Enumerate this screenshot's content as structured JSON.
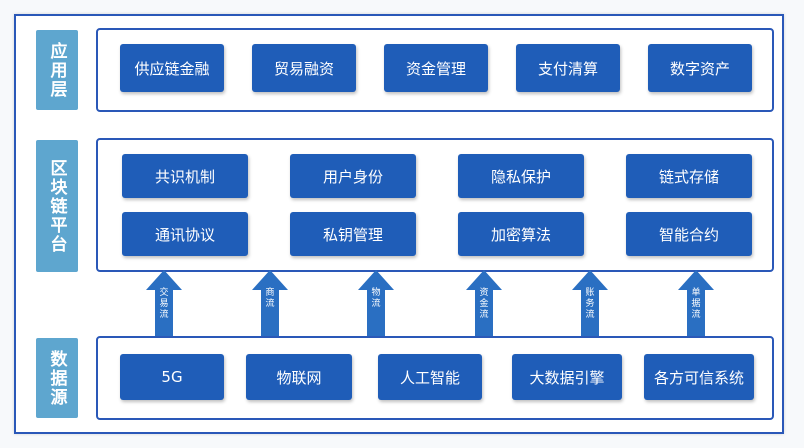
{
  "layers": {
    "application": {
      "label": "应用层",
      "tiles": [
        "供应链金融",
        "贸易融资",
        "资金管理",
        "支付清算",
        "数字资产"
      ]
    },
    "blockchain": {
      "label": "区块链平台",
      "row1": [
        "共识机制",
        "用户身份",
        "隐私保护",
        "链式存储"
      ],
      "row2": [
        "通讯协议",
        "私钥管理",
        "加密算法",
        "智能合约"
      ]
    },
    "data": {
      "label": "数据源",
      "tiles": [
        "5G",
        "物联网",
        "人工智能",
        "大数据引擎",
        "各方可信系统"
      ]
    }
  },
  "flows": [
    "交易流",
    "商流",
    "物流",
    "资金流",
    "账务流",
    "单据流"
  ],
  "colors": {
    "frame": "#2a58b8",
    "label_bg": "#5ea6cf",
    "tile_bg": "#1f5db8",
    "arrow": "#2a6fc2"
  }
}
